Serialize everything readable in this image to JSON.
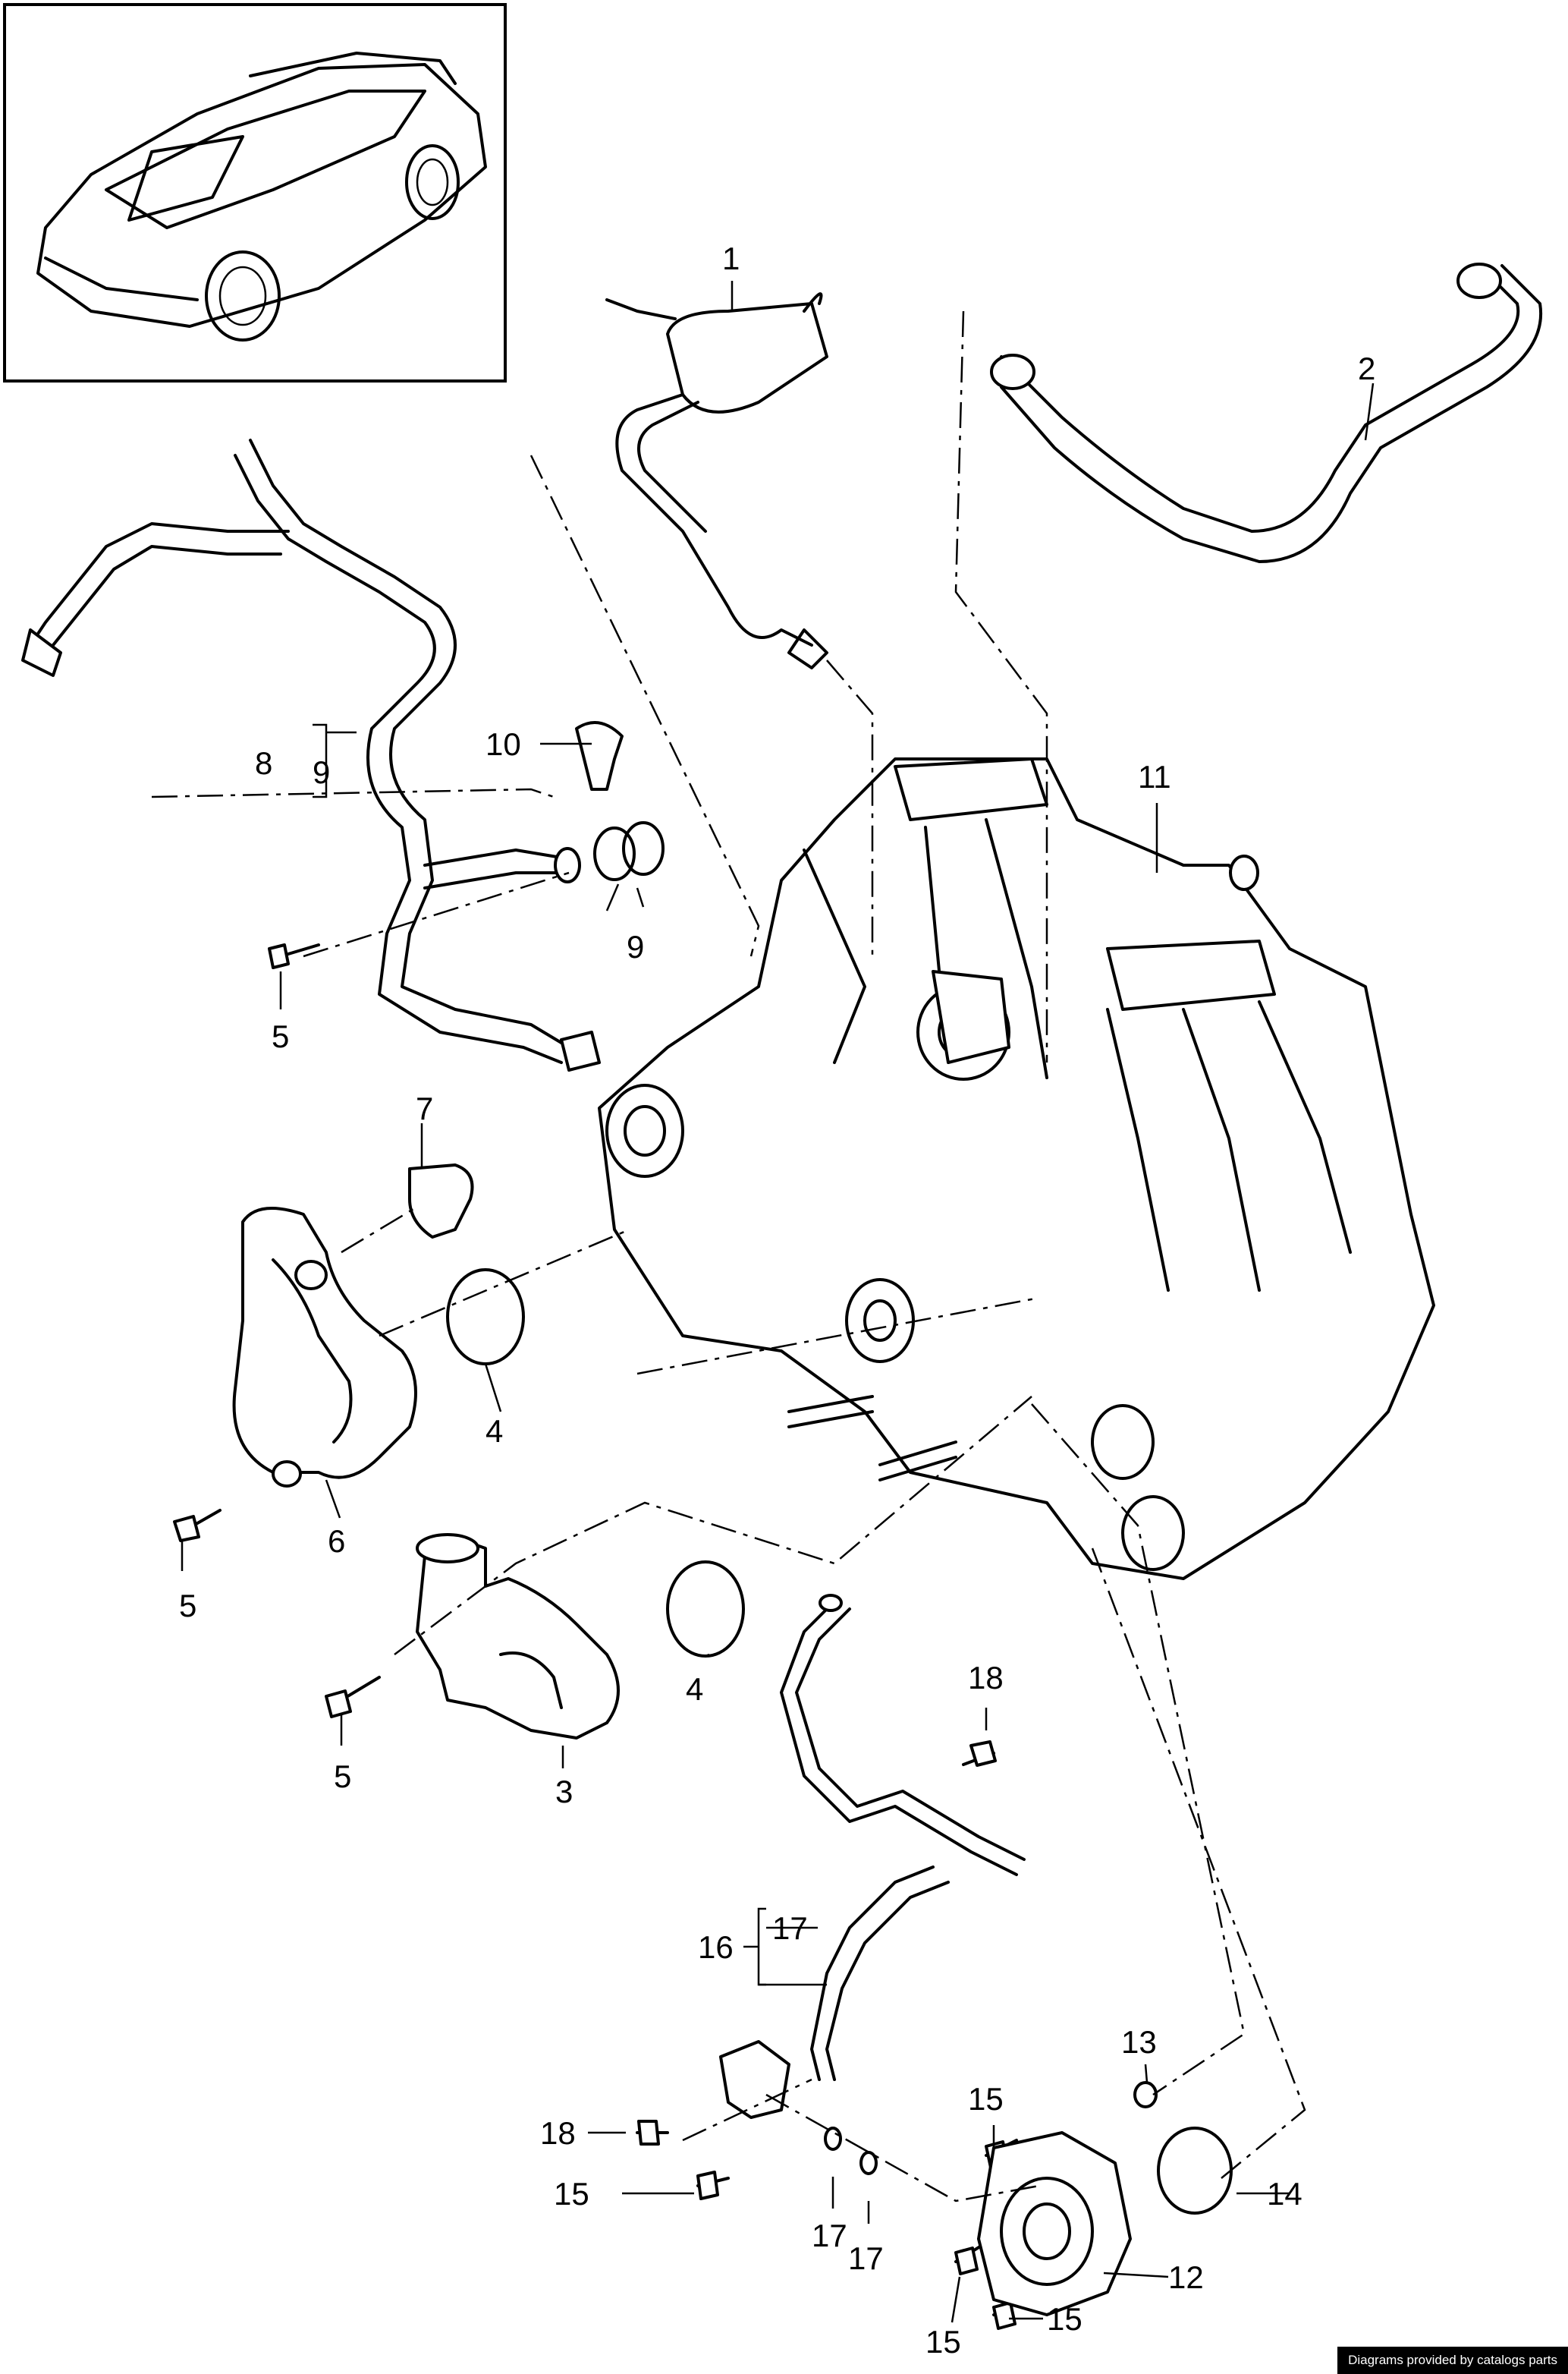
{
  "diagram": {
    "callouts": [
      "1",
      "2",
      "3",
      "4",
      "4",
      "5",
      "5",
      "5",
      "6",
      "7",
      "8",
      "9",
      "9",
      "10",
      "11",
      "12",
      "13",
      "14",
      "15",
      "15",
      "15",
      "15",
      "16",
      "17",
      "17",
      "17",
      "18",
      "18"
    ]
  },
  "credit": "Diagrams provided by catalogs parts"
}
